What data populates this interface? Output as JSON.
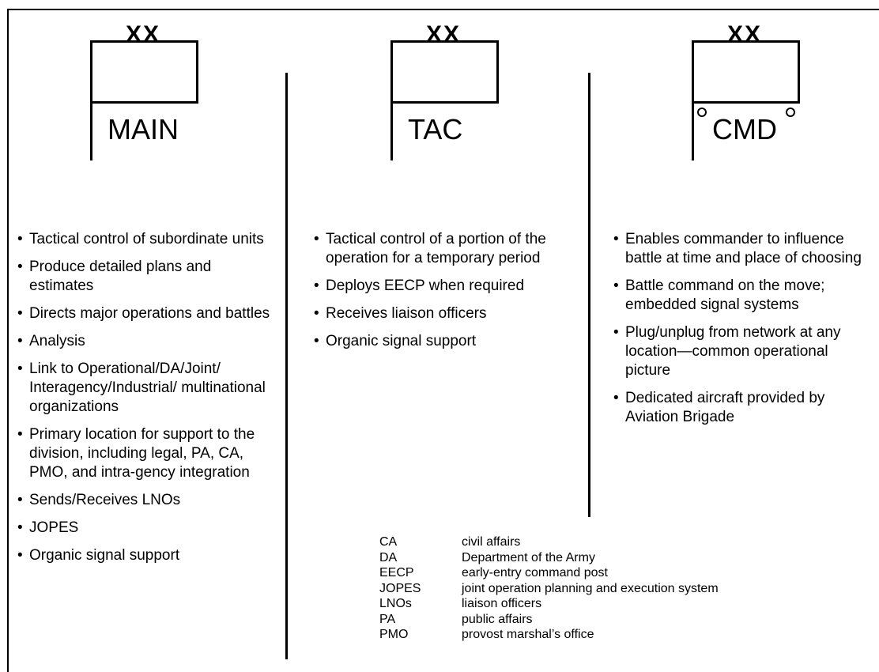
{
  "columns": [
    {
      "label": "MAIN",
      "echelon": "XX",
      "items": [
        "Tactical control of subordinate units",
        "Produce detailed plans and estimates",
        "Directs major operations and battles",
        "Analysis",
        "Link to Operational/DA/Joint/ Interagency/Industrial/ multinational organizations",
        "Primary location for support to the division, including legal, PA, CA, PMO, and intra-gency integration",
        "Sends/Receives LNOs",
        "JOPES",
        "Organic signal support"
      ]
    },
    {
      "label": "TAC",
      "echelon": "XX",
      "items": [
        "Tactical control of a portion of the operation for a temporary period",
        "Deploys EECP when required",
        "Receives liaison officers",
        "Organic signal support"
      ]
    },
    {
      "label": "CMD",
      "echelon": "XX",
      "items": [
        "Enables commander to influence battle at time and place of choosing",
        "Battle command on the move; embedded signal systems",
        "Plug/unplug from network at any location—common operational picture",
        "Dedicated aircraft provided by Aviation Brigade"
      ]
    }
  ],
  "glossary": [
    {
      "abbr": "CA",
      "meaning": "civil affairs"
    },
    {
      "abbr": "DA",
      "meaning": "Department of the Army"
    },
    {
      "abbr": "EECP",
      "meaning": "early-entry command post"
    },
    {
      "abbr": "JOPES",
      "meaning": "joint operation planning and execution system"
    },
    {
      "abbr": "LNOs",
      "meaning": "liaison officers"
    },
    {
      "abbr": "PA",
      "meaning": "public affairs"
    },
    {
      "abbr": "PMO",
      "meaning": "provost marshal’s office"
    }
  ]
}
